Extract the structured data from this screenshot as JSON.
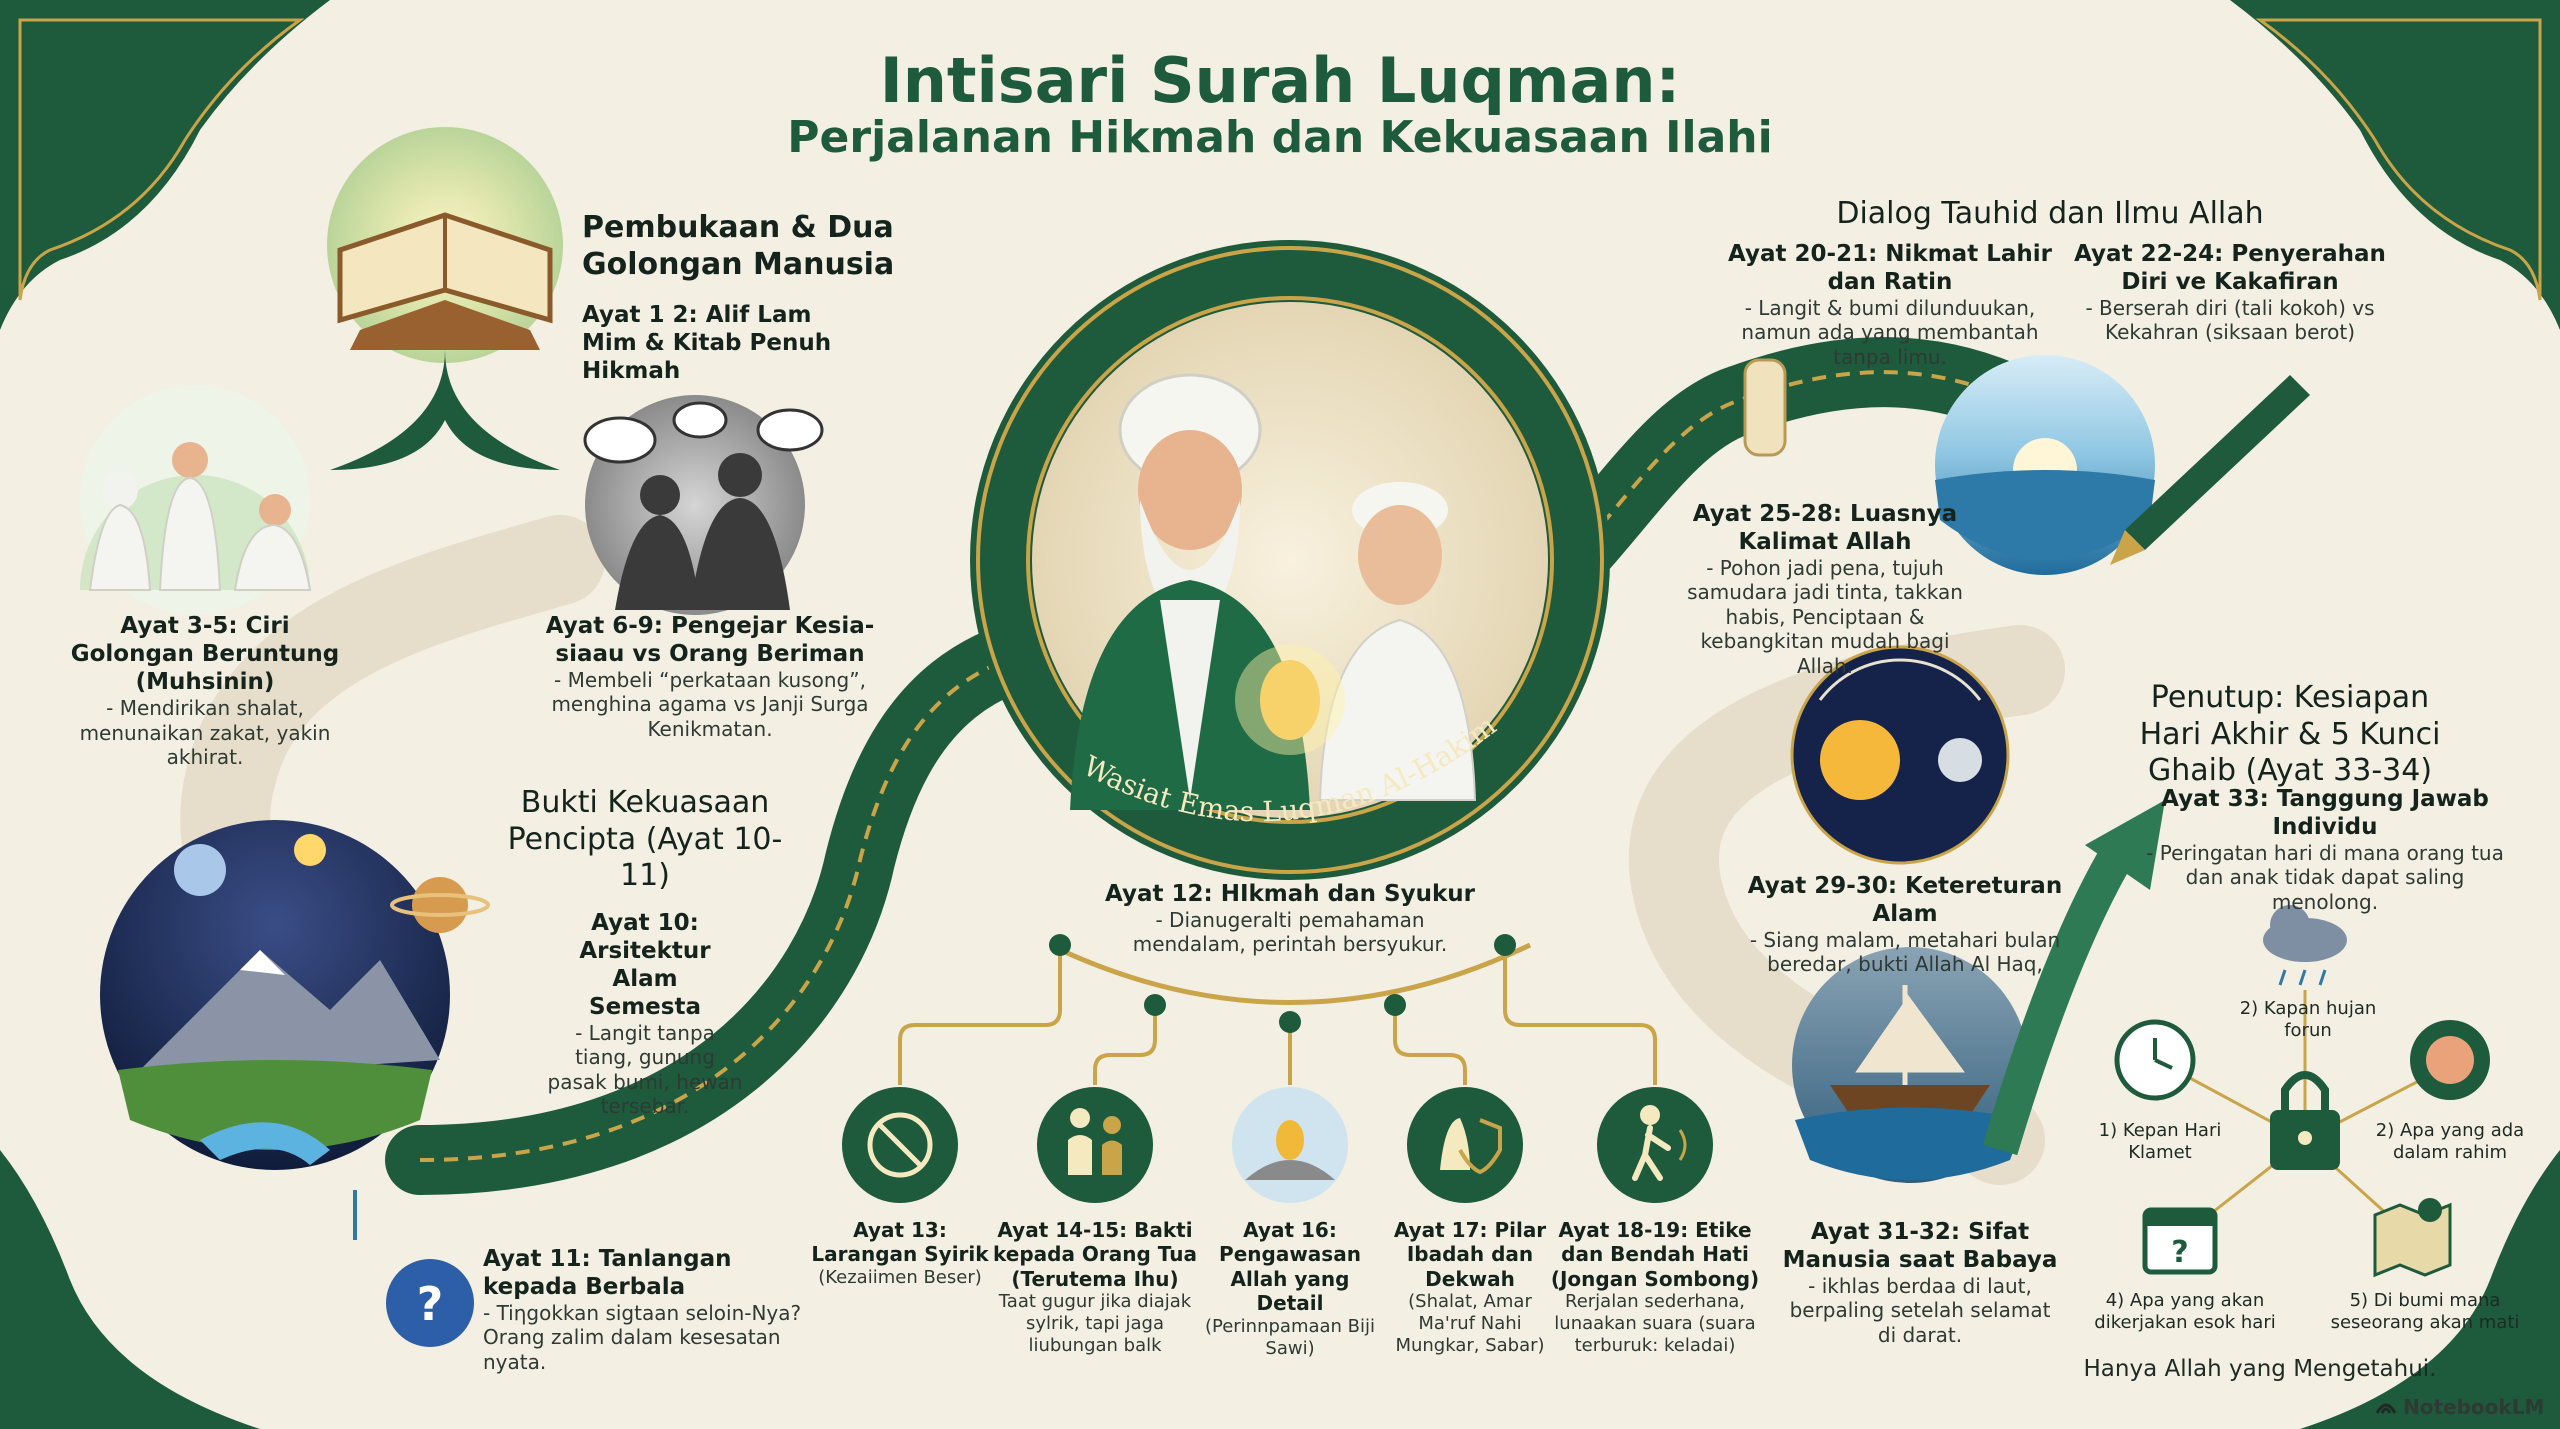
{
  "header": {
    "title": "Intisari Surah Luqman:",
    "subtitle": "Perjalanan Hikmah dan Kekuasaan Ilahi"
  },
  "center": {
    "ring_label": "Wasiat Emas Luqman Al-Hakim"
  },
  "sections": {
    "pembukaan": {
      "heading": "Pembukaan & Dua Golongan Manusia",
      "ayat": "Ayat 1 2: Alif Lam Mim & Kitab Penuh Hikmah"
    },
    "ayat3_5": {
      "heading": "Ayat 3-5: Ciri Golongan Beruntung (Muhsinin)",
      "body": "- Mendirikan shalat, menunaikan zakat, yakin akhirat."
    },
    "ayat6_9": {
      "heading": "Ayat 6-9: Pengejar Kesia-siaau vs Orang Beriman",
      "body": "- Membeli “perkataan kusong”, menghina agama vs Janji Surga Kenikmatan."
    },
    "bukti": {
      "heading": "Bukti Kekuasaan Pencipta (Ayat 10-11)",
      "ayat_head": "Ayat 10: Arsitektur Alam Semesta",
      "body": "- Langit tanpa tiang, gunung pasak bumi, hewan tersebar."
    },
    "ayat11": {
      "heading": "Ayat 11: Tanlangan kepada Berbala",
      "body": "- Tiηgokkan sigtaan seloin-Nya? Orang zalim dalam kesesatan nyata."
    },
    "ayat12": {
      "heading": "Ayat 12: HIkmah dan Syukur",
      "body": "- Dianugeralti pemahaman mendalam, perintah bersyukur."
    },
    "ayat13": {
      "heading": "Ayat 13: Larangan Syirik",
      "body": "(Kezaiimen Beser)"
    },
    "ayat14_15": {
      "heading": "Ayat 14-15: Bakti kepada Orang Tua (Terutema Ihu)",
      "body": "Taat gugur jika diajak sylrik, tapi jaga liubungan balk"
    },
    "ayat16": {
      "heading": "Ayat 16: Pengawasan Allah yang Detail",
      "body": "(Perinnpamaan Biji Sawi)"
    },
    "ayat17": {
      "heading": "Ayat 17: Pilar Ibadah dan Dekwah",
      "body": "(Shalat, Amar Ma'ruf Nahi Mungkar, Sabar)"
    },
    "ayat18_19": {
      "heading": "Ayat 18-19: Etike dan Bendah Hati (Jongan Sombong)",
      "body": "Rerjalan sederhana, lunaakan suara (suara terburuk: keladai)"
    },
    "dialog": {
      "heading": "Dialog Tauhid dan Ilmu Allah"
    },
    "ayat20_21": {
      "heading": "Ayat 20-21: Nikmat Lahir dan Ratin",
      "body": "- Langit & bumi dilunduukan, namun ada yang membantah tanpa limu."
    },
    "ayat22_24": {
      "heading": "Ayat 22-24: Penyerahan Diri ve Kakafiran",
      "body": "- Berserah diri (tali kokoh) vs Kekahran (siksaan berot)"
    },
    "ayat25_28": {
      "heading": "Ayat 25-28: Luasnya Kalimat Allah",
      "body": "- Pohon jadi pena, tujuh samudara jadi tinta, takkan habis, Penciptaan & kebangkitan mudah bagi Allah."
    },
    "ayat29_30": {
      "heading": "Ayat 29-30: Ketereturan Alam",
      "body": "- Siang malam, metahari bulan beredar, bukti Allah Al Haq,"
    },
    "ayat31_32": {
      "heading": "Ayat 31-32: Sifat Manusia saat Babaya",
      "body": "- ikhlas berdaa di laut, berpaling setelah selamat di darat."
    },
    "penutup": {
      "heading": "Penutup: Kesiapan Hari Akhir & 5 Kunci Ghaib (Ayat 33-34)"
    },
    "ayat33": {
      "heading": "Ayat 33: Tanggung Jawab Individu",
      "body": "- Peringatan hari di mana orang tua dan anak tidak dapat saling menolong."
    },
    "ghaib": {
      "k1": "1) Kepan Hari Klamet",
      "k2": "2) Kapan hujan forun",
      "k3": "2) Apa yang ada dalam rahim",
      "k4": "4) Apa yang akan dikerjakan esok hari",
      "k5": "5) Di bumi mana seseorang akan mati",
      "footer": "Hanya Allah yang Mengetahui."
    }
  },
  "branding": {
    "label": "NotebookLM"
  },
  "colors": {
    "background": "#f3efe3",
    "primary_green": "#1e5a3c",
    "dark_green": "#174a33",
    "gold": "#c9a449",
    "sea_blue": "#2d7aa8"
  },
  "icons": [
    "quran-icon",
    "praying-people-icon",
    "speech-bubbles-icon",
    "cosmos-mountain-icon",
    "question-bubble-icon",
    "no-idol-icon",
    "family-icon",
    "seed-icon",
    "prayer-dakwah-icon",
    "walking-person-icon",
    "ocean-pen-icon",
    "sun-moon-icon",
    "ship-storm-icon",
    "arrow-up-icon",
    "clock-icon",
    "rain-cloud-icon",
    "padlock-icon",
    "embryo-icon",
    "calendar-icon",
    "map-pin-icon",
    "notebooklm-logo-icon"
  ]
}
